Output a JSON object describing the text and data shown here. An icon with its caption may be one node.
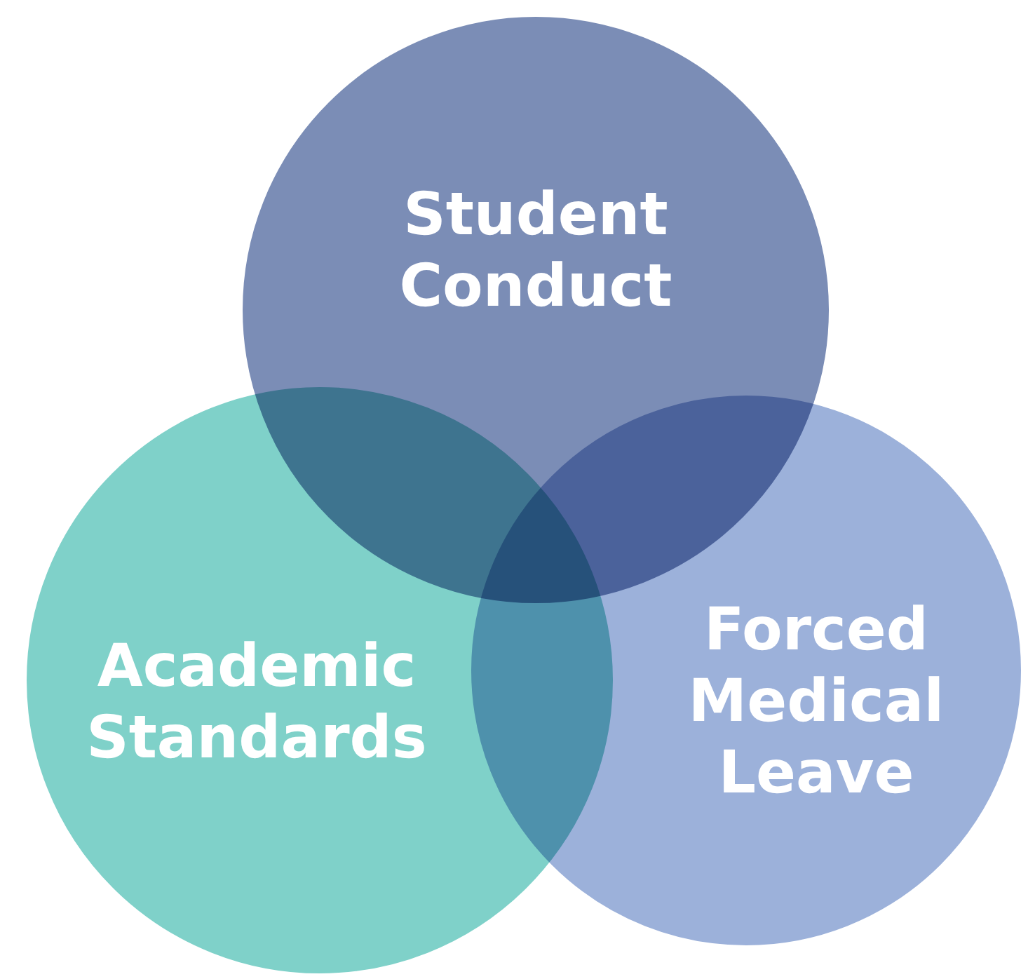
{
  "diagram": {
    "nodes": [
      {
        "text": [
          "Student Conduct"
        ]
      },
      {
        "text": [
          "Academic Standards"
        ]
      },
      {
        "text": [
          "Forced Medical Leave"
        ]
      }
    ]
  }
}
